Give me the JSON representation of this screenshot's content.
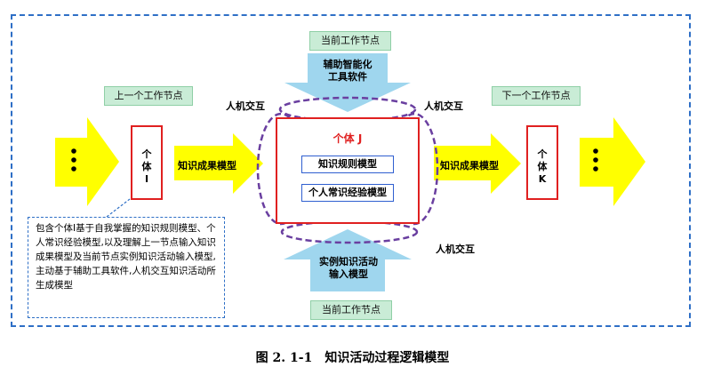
{
  "colors": {
    "frame": "#2e6fc6",
    "arrow_yellow": "#ffff00",
    "arrow_blue": "#9fd6ee",
    "node_border": "#e02020",
    "ellipse": "#6a3fa0",
    "tag_green": "#c9ecd6",
    "inner_box": "#2f5fd0"
  },
  "tags": {
    "top_current": "当前工作节点",
    "prev": "上一个工作节点",
    "next": "下一个工作节点",
    "bottom_current": "当前工作节点"
  },
  "interactions": {
    "top_left": "人机交互",
    "top_right": "人机交互",
    "bottom_right": "人机交互"
  },
  "arrows": {
    "top_blue": [
      "辅助智能化",
      "工具软件"
    ],
    "bottom_blue": [
      "实例知识活动",
      "输入模型"
    ],
    "left_mid": "知识成果模型",
    "right_mid": "知识成果模型"
  },
  "nodes": {
    "left": {
      "char1": "个",
      "char2": "体",
      "char3": "I"
    },
    "center_title": "个体 J",
    "center_box1": "知识规则模型",
    "center_box2": "个人常识经验模型",
    "right": {
      "char1": "个",
      "char2": "体",
      "char3": "K"
    }
  },
  "note_text": "包含个体I基于自我掌握的知识规则模型、个人常识经验模型,以及理解上一节点输入知识成果模型及当前节点实例知识活动输入模型,主动基于辅助工具软件,人机交互知识活动所生成模型",
  "caption": "图 2. 1-1　知识活动过程逻辑模型"
}
